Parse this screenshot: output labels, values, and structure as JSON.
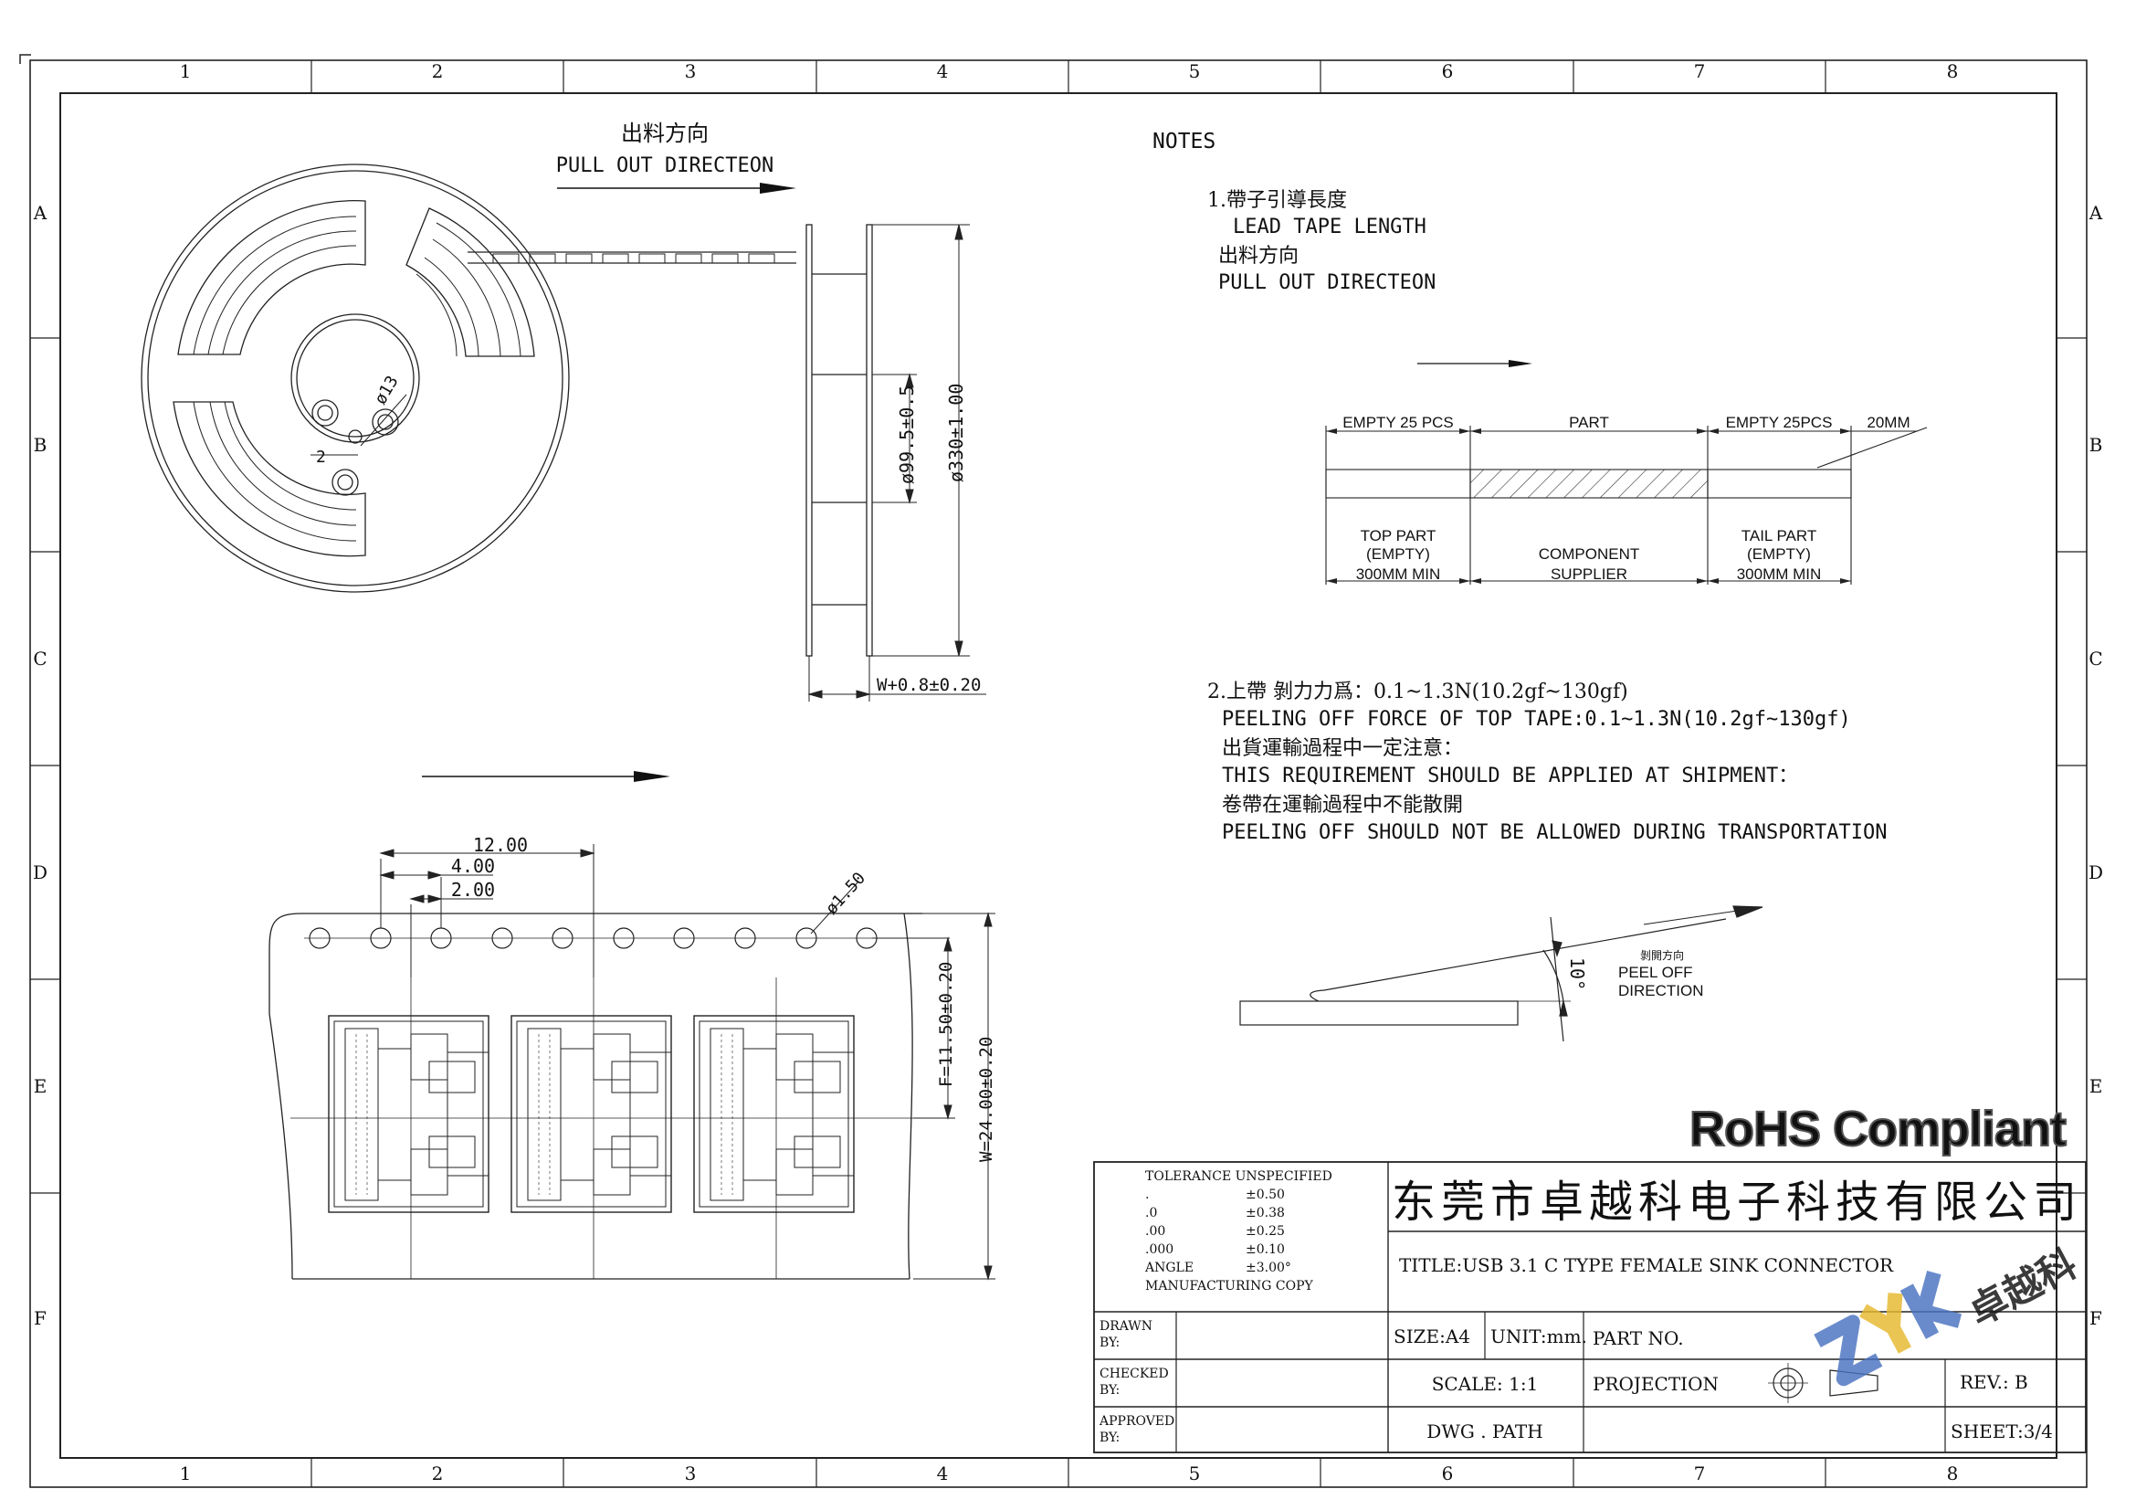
{
  "frame": {
    "columns": [
      "1",
      "2",
      "3",
      "4",
      "5",
      "6",
      "7",
      "8"
    ],
    "rows": [
      "A",
      "B",
      "C",
      "D",
      "E",
      "F"
    ]
  },
  "reel": {
    "out_dir_cn": "出料方向",
    "out_dir_en": "PULL OUT DIRECTEON",
    "hole_dim": "ø13",
    "hole_gap": "2",
    "hub_dia": "ø99.5±0.5",
    "reel_dia": "ø330±1.00",
    "width": "W+0.8±0.20"
  },
  "notes": {
    "title": "NOTES",
    "n1_cn": "1.帶子引導長度",
    "n1_en": "LEAD TAPE LENGTH",
    "n1_cn2": "出料方向",
    "n1_en2": "PULL OUT DIRECTEON",
    "leader": {
      "empty_top": "EMPTY 25 PCS",
      "part": "PART",
      "empty_tail": "EMPTY 25PCS",
      "len20": "20MM",
      "top_part": [
        "TOP PART",
        "(EMPTY)",
        "300MM MIN"
      ],
      "component": [
        "COMPONENT",
        "SUPPLIER"
      ],
      "tail_part": [
        "TAIL PART",
        "(EMPTY)",
        "300MM MIN"
      ]
    },
    "n2_cn": "2.上帶 剝力力爲：0.1~1.3N(10.2gf~130gf)",
    "n2_en": "PEELING OFF FORCE OF TOP TAPE:0.1~1.3N(10.2gf~130gf)",
    "n2_cn2": "出貨運輸過程中一定注意：",
    "n2_en2": "THIS REQUIREMENT SHOULD BE APPLIED AT SHIPMENT：",
    "n2_cn3": "卷帶在運輸過程中不能散開",
    "n2_en3": "PEELING OFF SHOULD NOT BE ALLOWED DURING TRANSPORTATION",
    "peel_angle": "10°",
    "peel_cn": "剝開方向",
    "peel_en1": "PEEL OFF",
    "peel_en2": "DIRECTION"
  },
  "tape": {
    "pitch": "12.00",
    "p0": "4.00",
    "p2": "2.00",
    "hole": "ø1.50",
    "f": "F=11.50±0.20",
    "w": "W=24.00±0.20"
  },
  "title_block": {
    "rohs": "RoHS Compliant",
    "tol_head": "TOLERANCE UNSPECIFIED",
    "tol_rows": [
      {
        "k": ".",
        "v": "±0.50"
      },
      {
        "k": ".0",
        "v": "±0.38"
      },
      {
        "k": ".00",
        "v": "±0.25"
      },
      {
        "k": ".000",
        "v": "±0.10"
      },
      {
        "k": "ANGLE",
        "v": "±3.00°"
      }
    ],
    "mfg": "MANUFACTURING  COPY",
    "company": "东莞市卓越科电子科技有限公司",
    "title": "TITLE:USB 3.1 C TYPE FEMALE SINK CONNECTOR",
    "drawn": [
      "DRAWN",
      "BY:"
    ],
    "checked": [
      "CHECKED",
      "BY:"
    ],
    "approved": [
      "APPROVED",
      "BY:"
    ],
    "size": "SIZE:A4",
    "unit": "UNIT:mm.",
    "part_no": "PART NO.",
    "scale": "SCALE: 1:1",
    "projection": "PROJECTION",
    "rev": "REV.: B",
    "dwg_path": "DWG . PATH",
    "sheet": "SHEET:3/4",
    "logo_cn": "卓越科"
  }
}
